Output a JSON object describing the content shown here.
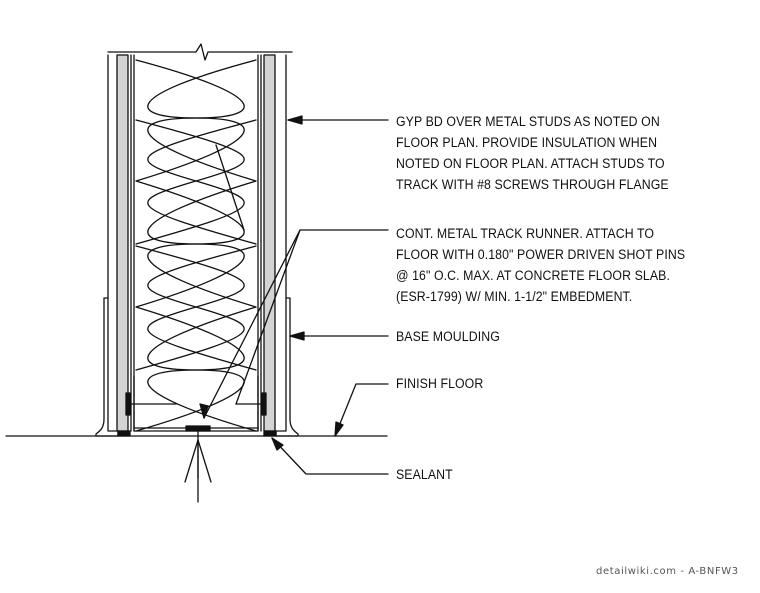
{
  "notes": {
    "gyp_bd": [
      "GYP BD OVER METAL STUDS AS NOTED ON",
      "FLOOR PLAN. PROVIDE INSULATION WHEN",
      "NOTED ON FLOOR PLAN. ATTACH STUDS TO",
      "TRACK WITH #8 SCREWS THROUGH FLANGE"
    ],
    "track_runner": [
      "CONT. METAL TRACK RUNNER. ATTACH TO",
      "FLOOR WITH 0.180\" POWER DRIVEN SHOT PINS",
      "@ 16\" O.C. MAX. AT CONCRETE FLOOR SLAB.",
      "(ESR-1799) W/ MIN. 1-1/2\" EMBEDMENT."
    ],
    "base_moulding": "BASE MOULDING",
    "finish_floor": "FINISH FLOOR",
    "sealant": "SEALANT"
  },
  "credit": "detailwiki.com - A-BNFW3",
  "colors": {
    "line": "#111111",
    "board_fill": "#d3d3d3",
    "sealant_fill": "#111111"
  }
}
